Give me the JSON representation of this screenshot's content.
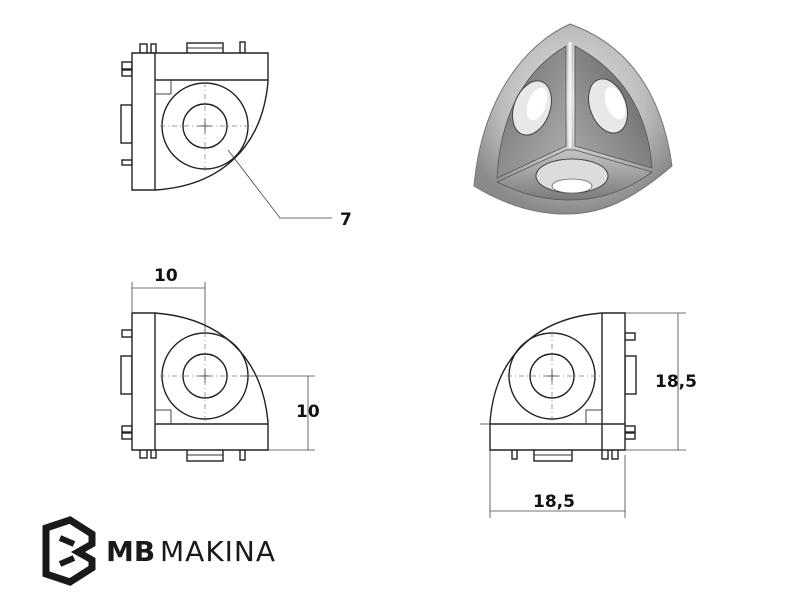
{
  "callout_label": "7",
  "dimensions": {
    "front_width": "10",
    "front_height": "10",
    "side_height": "18,5",
    "side_width": "18,5"
  },
  "brand": {
    "bold_part": "MB",
    "light_part": "MAKINA",
    "logo": "mb-makina-logo"
  },
  "colors": {
    "line": "#222222",
    "shade_light": "#e6e6e6",
    "shade_dark": "#5a5a5a"
  }
}
